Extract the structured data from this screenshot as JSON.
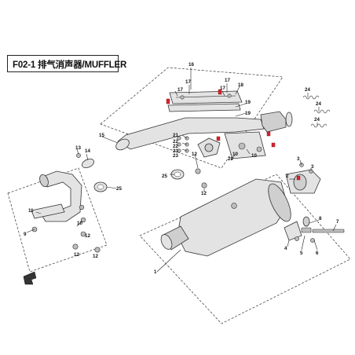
{
  "title": "F02-1 排气消声器/MUFFLER",
  "callouts": {
    "c1": "1",
    "c2": "2",
    "c3a": "3",
    "c3b": "3",
    "c4": "4",
    "c5": "5",
    "c6": "6",
    "c7": "7",
    "c8": "8",
    "c9": "9",
    "c10a": "10",
    "c10b": "10",
    "c10c": "10",
    "c11": "11",
    "c12a": "12",
    "c12b": "12",
    "c12c": "12",
    "c12d": "12",
    "c12e": "12",
    "c13": "13",
    "c14": "14",
    "c15": "15",
    "c16": "16",
    "c17a": "17",
    "c17b": "17",
    "c17c": "17",
    "c17d": "17",
    "c18": "18",
    "c19a": "19",
    "c19b": "19",
    "c20": "20",
    "c21": "21",
    "c22a": "22",
    "c22b": "22",
    "c23a": "23",
    "c23b": "23",
    "c24a": "24",
    "c24b": "24",
    "c24c": "24",
    "c25a": "25",
    "c25b": "25"
  },
  "colors": {
    "accent_red": "#d9232e",
    "line": "#222222"
  },
  "icons": {
    "front_arrow": "front-direction-arrow-icon"
  }
}
